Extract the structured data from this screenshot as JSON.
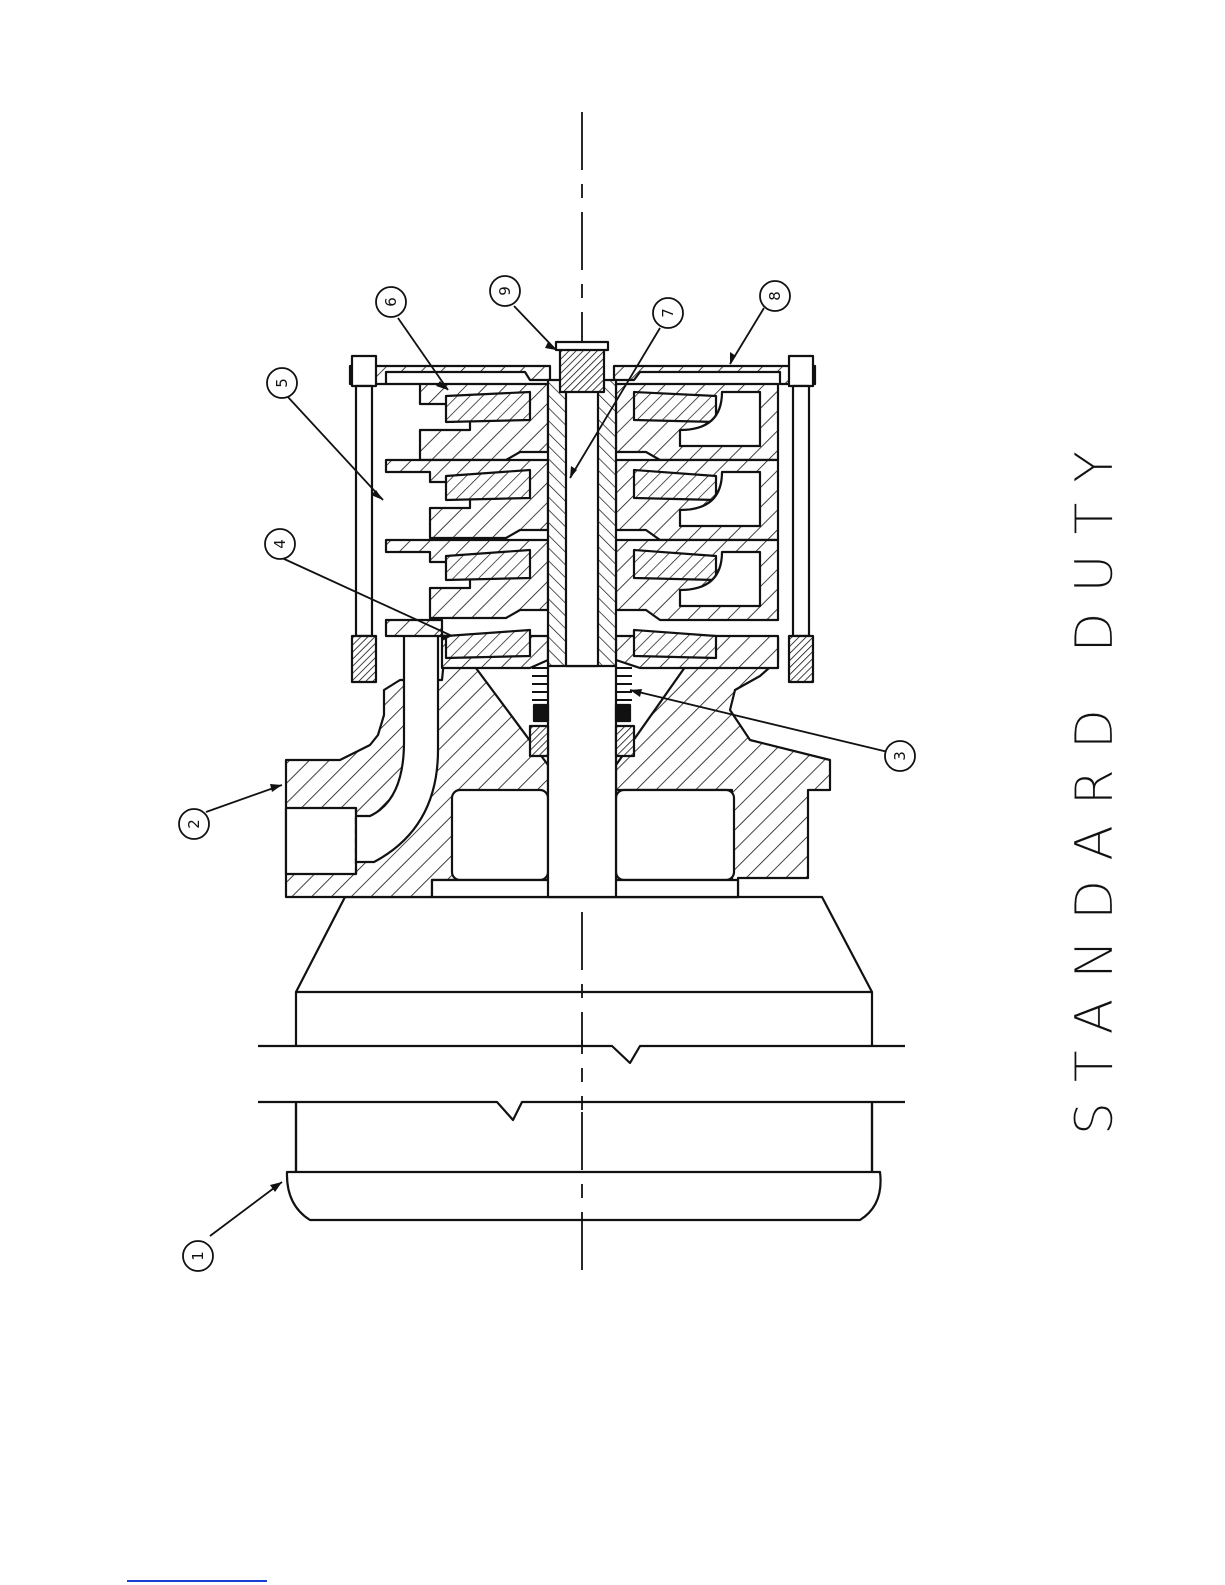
{
  "title": "STANDARD DUTY",
  "callouts": [
    {
      "id": "callout-1",
      "label": "1"
    },
    {
      "id": "callout-2",
      "label": "2"
    },
    {
      "id": "callout-3",
      "label": "3"
    },
    {
      "id": "callout-4",
      "label": "4"
    },
    {
      "id": "callout-5",
      "label": "5"
    },
    {
      "id": "callout-6",
      "label": "6"
    },
    {
      "id": "callout-7",
      "label": "7"
    },
    {
      "id": "callout-8",
      "label": "8"
    },
    {
      "id": "callout-9",
      "label": "9"
    }
  ],
  "colors": {
    "ink": "#111111",
    "paper": "#ffffff",
    "link": "#1a3fd6"
  }
}
